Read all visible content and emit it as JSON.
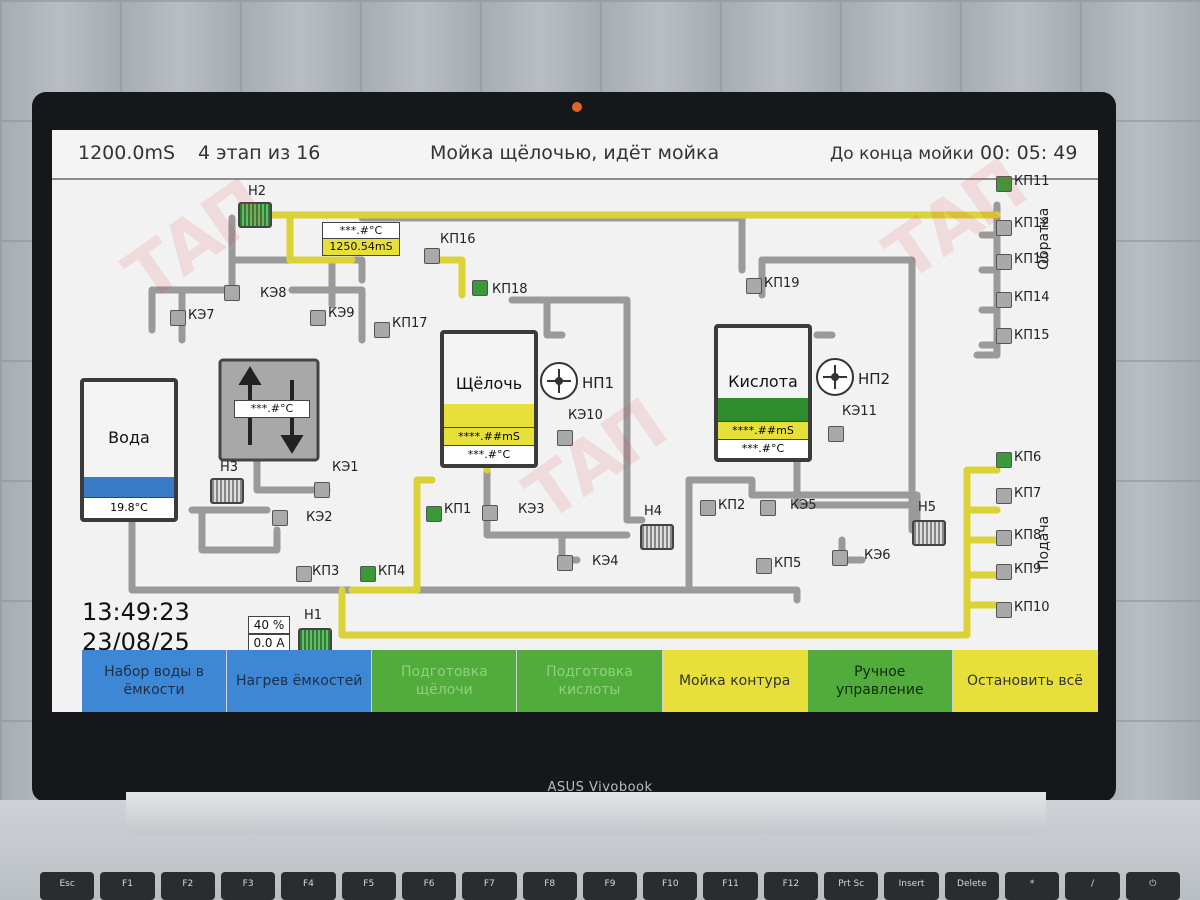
{
  "header": {
    "conductivity": "1200.0mS",
    "stage": "4  этап из 16",
    "status": "Мойка щёлочью, идёт мойка",
    "remaining_label": "До конца мойки",
    "remaining_time": "00: 05: 49"
  },
  "clock": {
    "time": "13:49:23",
    "date": "23/08/25"
  },
  "tanks": {
    "water": {
      "name": "Вода",
      "temp": "19.8°C",
      "level": 0.25,
      "color": "#3a7bc8"
    },
    "exchanger": {
      "temp": "***.#°C"
    },
    "alkali": {
      "name": "Щёлочь",
      "cond": "****.##mS",
      "temp": "***.#°C",
      "level": 0.3,
      "color": "#e7e03b"
    },
    "acid": {
      "name": "Кислота",
      "cond": "****.##mS",
      "temp": "***.#°C",
      "level": 0.3,
      "color": "#2e8b2e"
    }
  },
  "top_readouts": {
    "temp": "***.#°C",
    "cond": "1250.54mS"
  },
  "pump_h1": {
    "percent": "40 %",
    "current": "0.0 A"
  },
  "labels": {
    "h1": "Н1",
    "h2": "Н2",
    "h3": "Н3",
    "h4": "Н4",
    "h5": "Н5",
    "np1": "НП1",
    "np2": "НП2",
    "ke1": "КЭ1",
    "ke2": "КЭ2",
    "ke3": "КЭ3",
    "ke4": "КЭ4",
    "ke5": "КЭ5",
    "ke6": "КЭ6",
    "ke7": "КЭ7",
    "ke8": "КЭ8",
    "ke9": "КЭ9",
    "ke10": "КЭ10",
    "ke11": "КЭ11",
    "kp1": "КП1",
    "kp2": "КП2",
    "kp3": "КП3",
    "kp4": "КП4",
    "kp5": "КП5",
    "kp6": "КП6",
    "kp7": "КП7",
    "kp8": "КП8",
    "kp9": "КП9",
    "kp10": "КП10",
    "kp11": "КП11",
    "kp12": "КП12",
    "kp13": "КП13",
    "kp14": "КП14",
    "kp15": "КП15",
    "kp16": "КП16",
    "kp17": "КП17",
    "kp18": "КП18",
    "kp19": "КП19",
    "return": "Обратка",
    "supply": "Подача"
  },
  "buttons": [
    {
      "label": "Набор воды в ёмкости",
      "style": "blue"
    },
    {
      "label": "Нагрев ёмкостей",
      "style": "blue"
    },
    {
      "label": "Подготовка щёлочи",
      "style": "green"
    },
    {
      "label": "Подготовка кислоты",
      "style": "green"
    },
    {
      "label": "Мойка контура",
      "style": "yellow"
    },
    {
      "label": "Ручное управление",
      "style": "greenA"
    },
    {
      "label": "Остановить всё",
      "style": "yellow"
    }
  ],
  "device": {
    "brand": "ASUS Vivobook"
  },
  "keyboard": [
    "Esc",
    "F1",
    "F2",
    "F3",
    "F4",
    "F5",
    "F6",
    "F7",
    "F8",
    "F9",
    "F10",
    "F11",
    "F12",
    "Prt Sc",
    "Insert",
    "Delete",
    "*",
    "/",
    "⏻"
  ],
  "watermark": "ТАП",
  "colors": {
    "active_pipe": "#e4dc3a",
    "idle_pipe": "#b4b4b4",
    "valve_on": "#3a9a3a"
  }
}
